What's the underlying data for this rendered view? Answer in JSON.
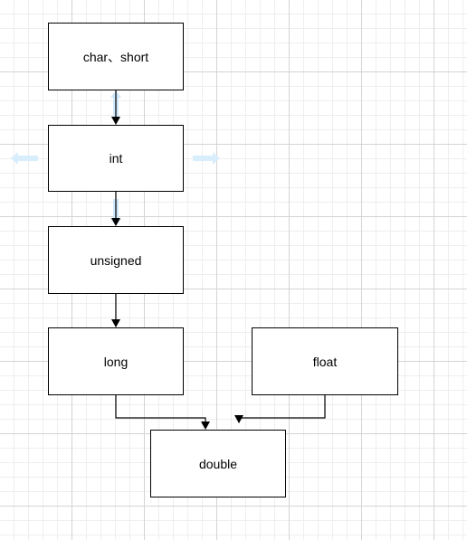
{
  "nodes": {
    "char_short": "char、short",
    "int": "int",
    "unsigned": "unsigned",
    "long": "long",
    "float": "float",
    "double": "double"
  },
  "edges": [
    {
      "from": "char_short",
      "to": "int"
    },
    {
      "from": "int",
      "to": "unsigned"
    },
    {
      "from": "unsigned",
      "to": "long"
    },
    {
      "from": "long",
      "to": "double"
    },
    {
      "from": "float",
      "to": "double"
    }
  ],
  "colors": {
    "grid_major": "#d4d4d4",
    "grid_minor": "#eeeeee",
    "node_border": "#000000",
    "edge": "#000000",
    "selection_hint": "#bfe3ff"
  },
  "icons": [
    "arrow-left-icon",
    "arrow-right-icon",
    "arrow-up-icon",
    "arrow-down-icon"
  ]
}
